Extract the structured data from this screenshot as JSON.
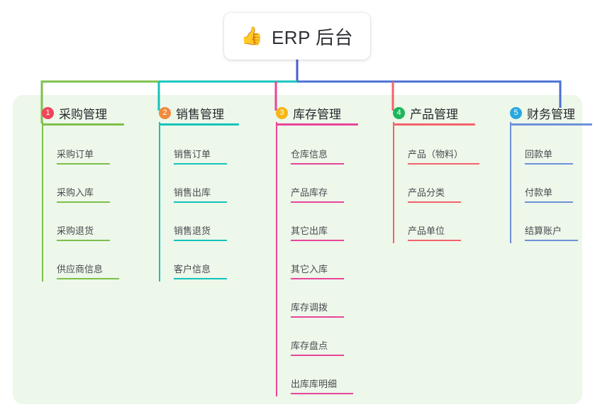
{
  "root": {
    "icon": "thumbs-up-icon",
    "emoji": "👍",
    "title": "ERP 后台"
  },
  "theme": {
    "panel_bg": "#edf7ea",
    "page_bg": "#ffffff",
    "root_stem": "#4a5fd0",
    "trunk_left": "#7cc04b",
    "trunk_mid": "#14c4bb",
    "trunk_right": "#4a6fd4"
  },
  "branches": [
    {
      "index": "1",
      "title": "采购管理",
      "badge_color": "#f0445c",
      "line_color": "#7cc04b",
      "rule_width": 116,
      "children": [
        {
          "label": "采购订单",
          "rule_width": 75
        },
        {
          "label": "采购入库",
          "rule_width": 75
        },
        {
          "label": "采购退货",
          "rule_width": 75
        },
        {
          "label": "供应商信息",
          "rule_width": 88
        }
      ]
    },
    {
      "index": "2",
      "title": "销售管理",
      "badge_color": "#f08a3c",
      "line_color": "#14c4bb",
      "rule_width": 113,
      "children": [
        {
          "label": "销售订单",
          "rule_width": 75
        },
        {
          "label": "销售出库",
          "rule_width": 75
        },
        {
          "label": "销售退货",
          "rule_width": 75
        },
        {
          "label": "客户信息",
          "rule_width": 75
        }
      ]
    },
    {
      "index": "3",
      "title": "库存管理",
      "badge_color": "#f5b614",
      "line_color": "#e8459a",
      "rule_width": 116,
      "children": [
        {
          "label": "仓库信息",
          "rule_width": 75
        },
        {
          "label": "产品库存",
          "rule_width": 75
        },
        {
          "label": "其它出库",
          "rule_width": 75
        },
        {
          "label": "其它入库",
          "rule_width": 75
        },
        {
          "label": "库存调拨",
          "rule_width": 75
        },
        {
          "label": "库存盘点",
          "rule_width": 75
        },
        {
          "label": "出库库明细",
          "rule_width": 88
        }
      ]
    },
    {
      "index": "4",
      "title": "产品管理",
      "badge_color": "#1cb85c",
      "line_color": "#f4626b",
      "rule_width": 116,
      "children": [
        {
          "label": "产品（物料）",
          "rule_width": 101
        },
        {
          "label": "产品分类",
          "rule_width": 75
        },
        {
          "label": "产品单位",
          "rule_width": 75
        }
      ]
    },
    {
      "index": "5",
      "title": "财务管理",
      "badge_color": "#29a8e0",
      "line_color": "#6d91da",
      "rule_width": 116,
      "children": [
        {
          "label": "回款单",
          "rule_width": 68
        },
        {
          "label": "付款单",
          "rule_width": 68
        },
        {
          "label": "结算账户",
          "rule_width": 75
        }
      ]
    }
  ]
}
